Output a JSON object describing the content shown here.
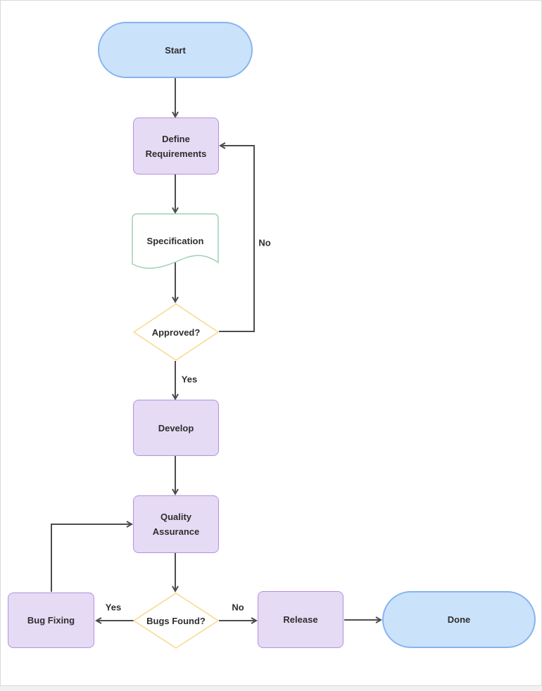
{
  "diagram": {
    "type": "flowchart",
    "nodes": {
      "start": {
        "label": "Start",
        "shape": "stadium"
      },
      "define_requirements": {
        "label": "Define\nRequirements",
        "shape": "process"
      },
      "specification": {
        "label": "Specification",
        "shape": "document"
      },
      "approved": {
        "label": "Approved?",
        "shape": "decision"
      },
      "develop": {
        "label": "Develop",
        "shape": "process"
      },
      "quality_assurance": {
        "label": "Quality\nAssurance",
        "shape": "process"
      },
      "bug_fixing": {
        "label": "Bug Fixing",
        "shape": "process"
      },
      "bugs_found": {
        "label": "Bugs Found?",
        "shape": "decision"
      },
      "release": {
        "label": "Release",
        "shape": "process"
      },
      "done": {
        "label": "Done",
        "shape": "stadium"
      }
    },
    "edges": {
      "approved_no": {
        "label": "No",
        "from": "Approved?",
        "to": "Define Requirements"
      },
      "approved_yes": {
        "label": "Yes",
        "from": "Approved?",
        "to": "Develop"
      },
      "bugs_yes": {
        "label": "Yes",
        "from": "Bugs Found?",
        "to": "Bug Fixing"
      },
      "bugs_no": {
        "label": "No",
        "from": "Bugs Found?",
        "to": "Release"
      }
    }
  },
  "colors": {
    "page-bg": "#f0f1f2",
    "canvas-bg": "#ffffff",
    "canvas-border": "#d9d9d9",
    "stadium-fill": "#cbe2fb",
    "stadium-stroke": "#87b4f0",
    "process-fill": "#e5dbf4",
    "process-stroke": "#b391de",
    "doc-fill": "#ffffff",
    "doc-stroke": "#9fd1b4",
    "decision-fill": "#ffffff",
    "decision-stroke": "#f9d88c",
    "edge": "#4d4d4d",
    "text": "#2e2e2e"
  }
}
